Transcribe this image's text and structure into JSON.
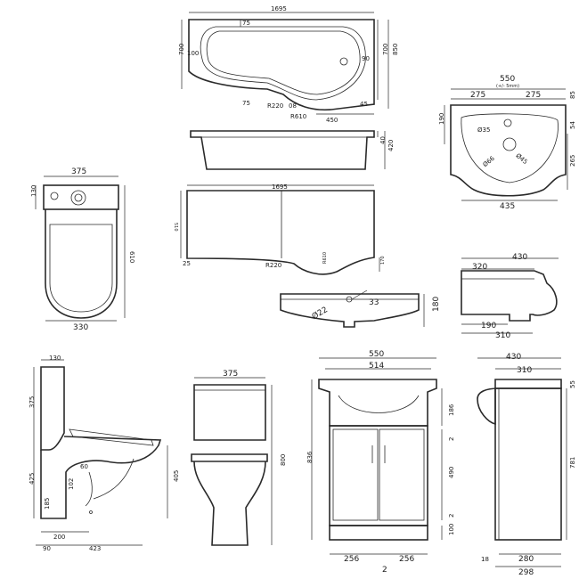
{
  "bath_top": {
    "width": "1695",
    "d75a": "75",
    "d100": "100",
    "d700l": "700",
    "d700r": "700",
    "d850": "850",
    "d90": "90",
    "d75b": "75",
    "r220": "R220",
    "d08": "08",
    "r610": "R610",
    "d450": "450",
    "d45": "45"
  },
  "bath_side": {
    "d40": "40",
    "d420": "420"
  },
  "bath_panel": {
    "width": "1695",
    "d510": "510",
    "d25": "25",
    "r220": "R220",
    "r610": "R610",
    "d170": "170"
  },
  "wc_top": {
    "d375": "375",
    "d130": "130",
    "d610": "610",
    "d330": "330"
  },
  "basin_top": {
    "d550": "550",
    "tolerance": "(+/- 5mm)",
    "d275a": "275",
    "d275b": "275",
    "d85": "85",
    "d190": "190",
    "d35": "Ø35",
    "d54": "54",
    "d66": "Ø66",
    "d45": "Ø45",
    "d265": "265",
    "d435": "435"
  },
  "basin_front": {
    "d22": "Ø22",
    "d33": "33",
    "d180": "180"
  },
  "basin_side": {
    "d430": "430",
    "d320": "320",
    "d190": "190",
    "d310": "310"
  },
  "wc_side": {
    "d130": "130",
    "d375": "375",
    "d60": "60",
    "d425": "425",
    "d102": "102",
    "d185": "185",
    "d405": "405",
    "d200": "200",
    "d90": "90",
    "d423": "423"
  },
  "wc_front": {
    "d375": "375",
    "d800": "800"
  },
  "vanity_front": {
    "d550": "550",
    "d514": "514",
    "d186": "186",
    "d2a": "2",
    "d836": "836",
    "d490": "490",
    "d2b": "2",
    "d100": "100",
    "d256a": "256",
    "d256b": "256",
    "d2c": "2"
  },
  "vanity_side": {
    "d430": "430",
    "d310": "310",
    "d55": "55",
    "d781": "781",
    "d18": "18",
    "d280": "280",
    "d298": "298"
  }
}
